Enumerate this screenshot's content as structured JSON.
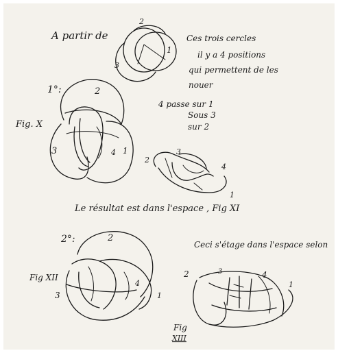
{
  "page": {
    "background": "#f4f2ec",
    "ink": "#1b1b1b"
  },
  "header": {
    "a_partir": "A partir de",
    "small_knot_labels": [
      "2",
      "1",
      "3"
    ]
  },
  "notes": {
    "line1": "Ces trois cercles",
    "line2": "il y a 4 positions",
    "line3": "qui permettent de les",
    "line4": "nouer",
    "pos1": "4 passe sur 1",
    "pos2": "Sous 3",
    "pos3": "sur 2"
  },
  "fig10": {
    "step": "1°:",
    "caption": "Fig. X",
    "labels": [
      "2",
      "3",
      "4",
      "1"
    ]
  },
  "fig11_small": {
    "labels": [
      "3",
      "2",
      "4",
      "1"
    ]
  },
  "result": {
    "text": "Le résultat est dans l'espace , Fig XI"
  },
  "fig12": {
    "step": "2°:",
    "top_label": "2",
    "caption": "Fig XII",
    "labels": [
      "3",
      "4",
      "1"
    ]
  },
  "fig13": {
    "note": "Ceci s'étage dans l'espace selon",
    "labels": [
      "2",
      "3",
      "4",
      "1"
    ],
    "caption_line1": "Fig",
    "caption_line2": "XIII"
  }
}
